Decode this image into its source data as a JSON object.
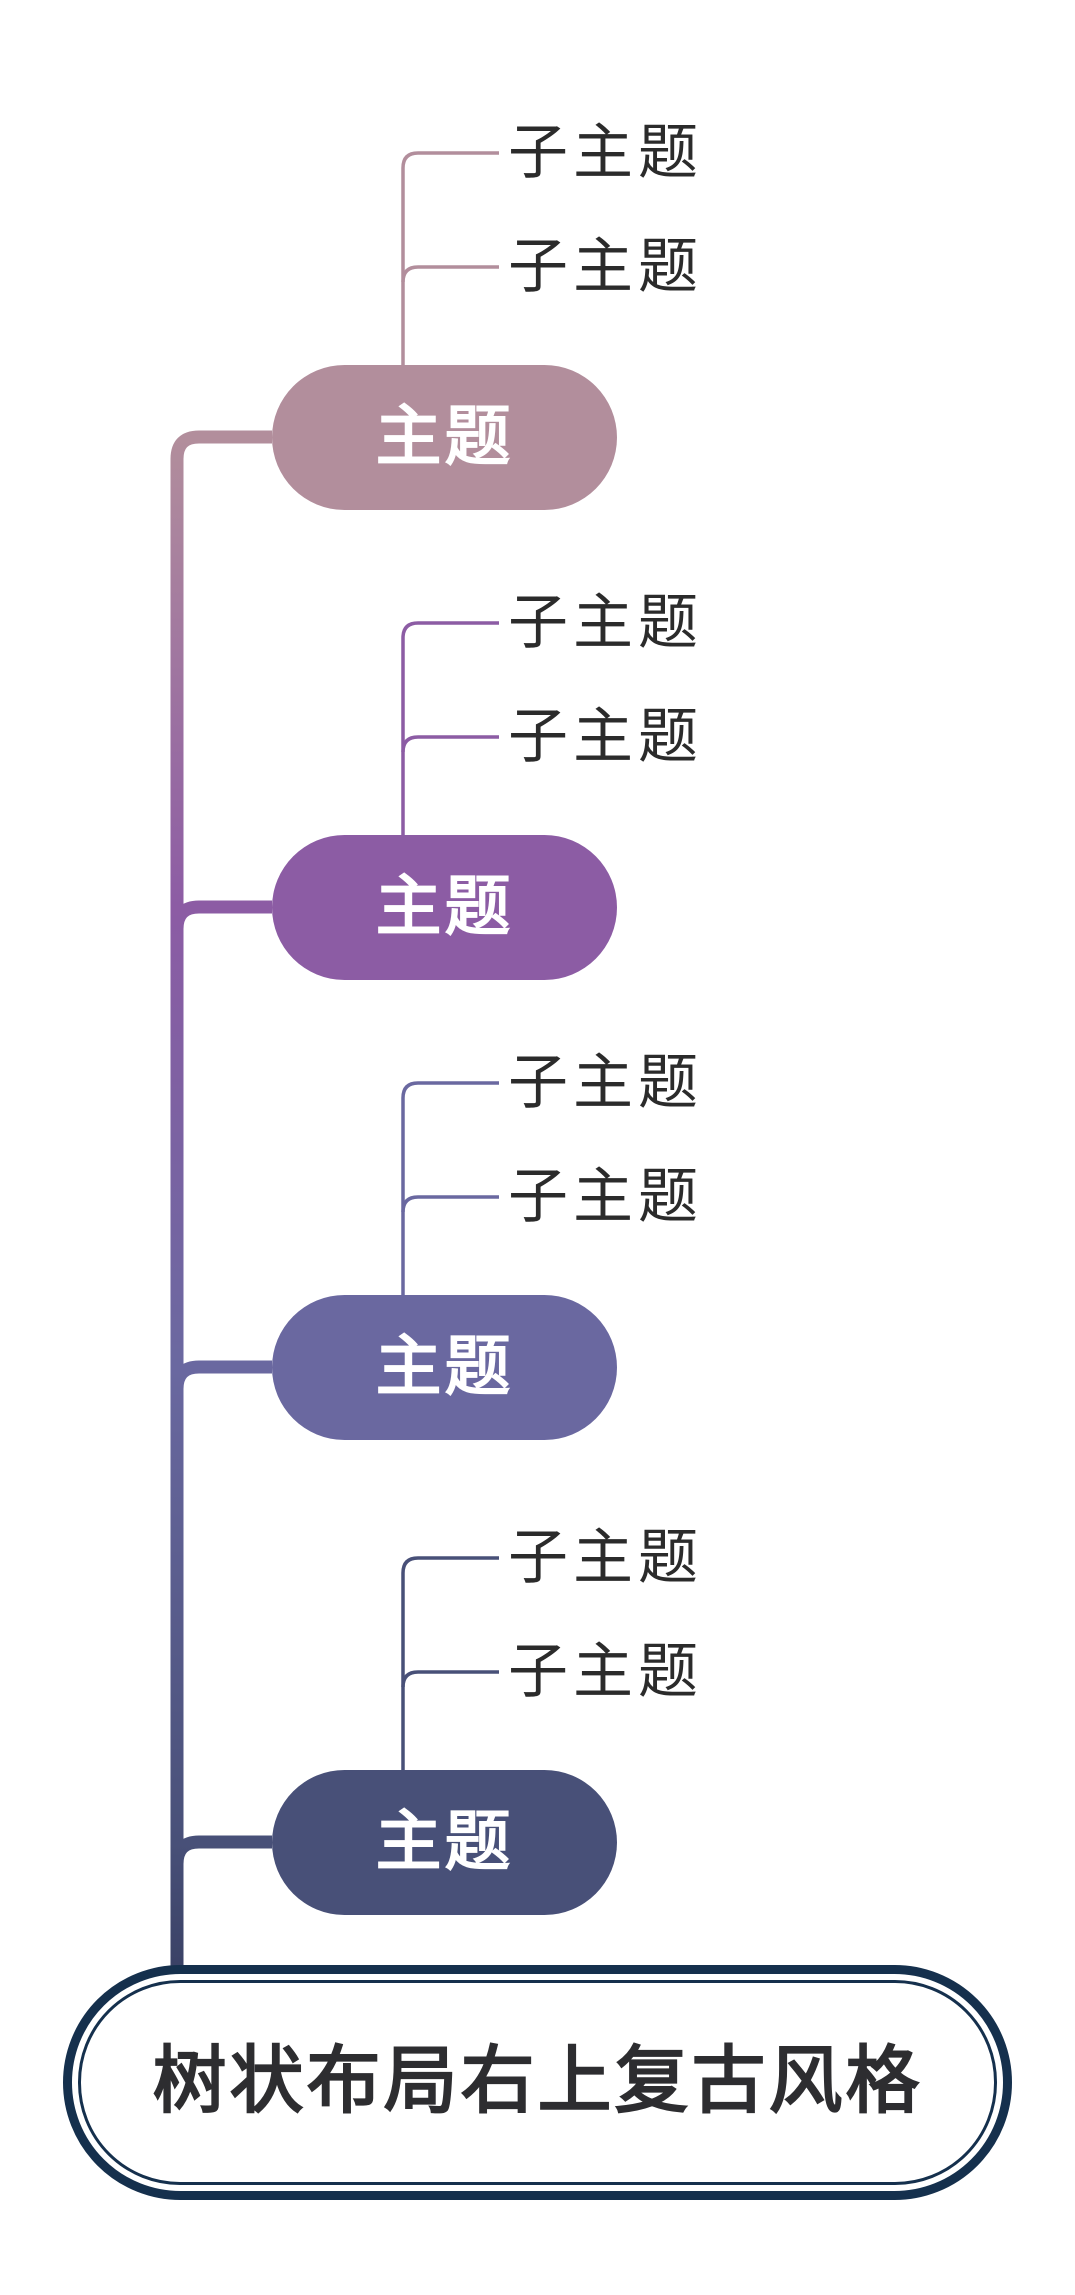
{
  "title": "树状布局右上复古风格",
  "root": {
    "label": "树状布局右上复古风格"
  },
  "topics": [
    {
      "label": "主题",
      "color": "#b28e9c",
      "subtopics": [
        "子主题",
        "子主题"
      ]
    },
    {
      "label": "主题",
      "color": "#8c5ca4",
      "subtopics": [
        "子主题",
        "子主题"
      ]
    },
    {
      "label": "主题",
      "color": "#6a68a0",
      "subtopics": [
        "子主题",
        "子主题"
      ]
    },
    {
      "label": "主题",
      "color": "#485078",
      "subtopics": [
        "子主题",
        "子主题"
      ]
    }
  ],
  "colors": {
    "topic_text": "#ffffff",
    "subtopic_text": "#2b2b2b",
    "root_border": "#15304d",
    "root_text": "#2d2d30",
    "trunk_bottom": "#394064",
    "background": "#ffffff"
  }
}
